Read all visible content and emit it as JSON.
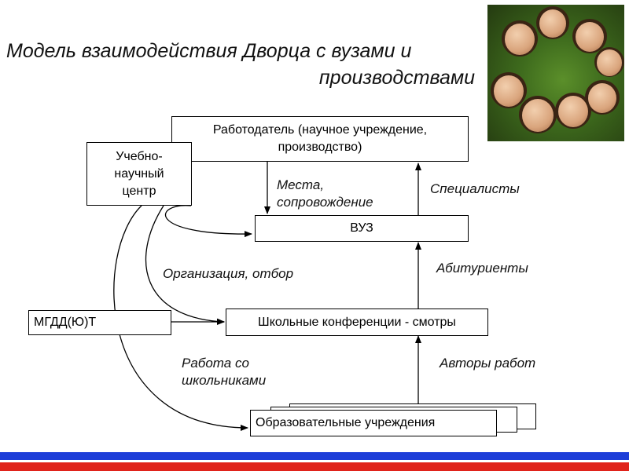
{
  "title": {
    "line1": "Модель взаимодействия Дворца с вузами и",
    "line2": "производствами"
  },
  "boxes": {
    "employer": "Работодатель (научное учреждение, производство)",
    "center": "Учебно-научный центр",
    "vuz": "ВУЗ",
    "mgdd": "МГДД(Ю)Т",
    "school_conf": "Школьные конференции - смотры",
    "edu": "Образовательные учреждения"
  },
  "labels": {
    "places": "Места, сопровождение",
    "specialists": "Специалисты",
    "organization": "Организация, отбор",
    "applicants": "Абитуриенты",
    "work_with_students": "Работа со школьниками",
    "authors": "Авторы работ"
  },
  "colors": {
    "stripe_blue": "#1d3ed8",
    "stripe_red": "#e0231b"
  }
}
